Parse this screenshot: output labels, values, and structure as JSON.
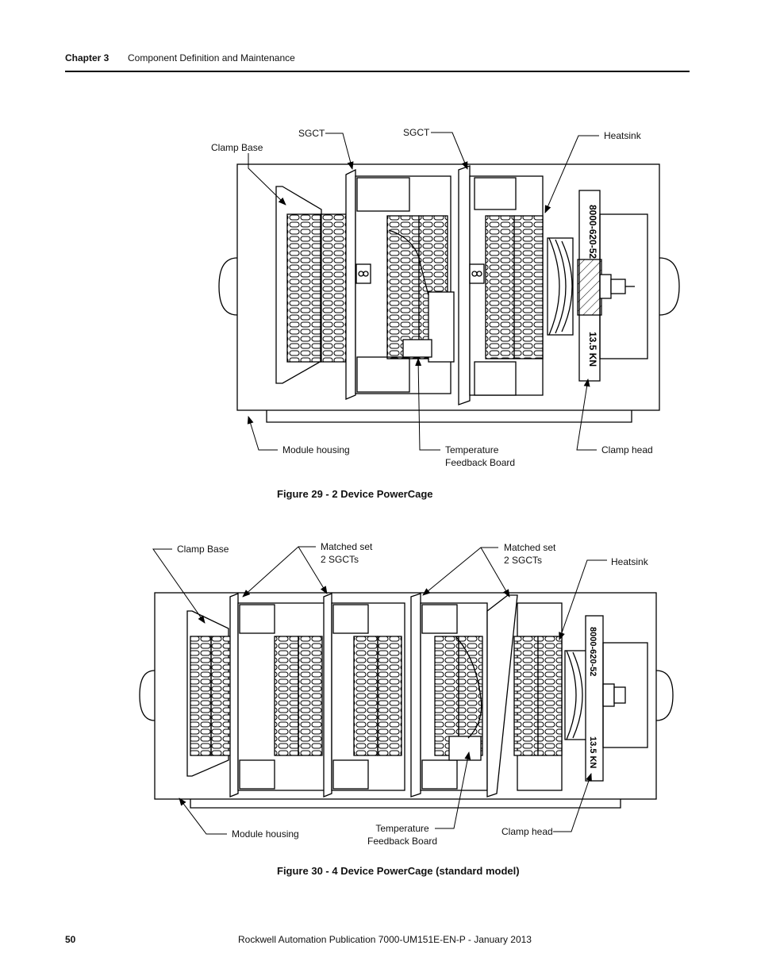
{
  "header": {
    "chapter": "Chapter 3",
    "title": "Component Definition and Maintenance"
  },
  "figure29": {
    "caption": "Figure 29 - 2 Device PowerCage",
    "labels": {
      "clamp_base": "Clamp Base",
      "sgct_1": "SGCT",
      "sgct_2": "SGCT",
      "heatsink": "Heatsink",
      "module_housing": "Module housing",
      "temp_feedback": "Temperature\nFeedback Board",
      "clamp_head": "Clamp head"
    },
    "stamp_part": "8000-620-52",
    "stamp_force": "13.5 KN"
  },
  "figure30": {
    "caption": "Figure 30 - 4 Device PowerCage (standard model)",
    "labels": {
      "clamp_base": "Clamp Base",
      "matched_set_1": "Matched set\n2 SGCTs",
      "matched_set_2": "Matched set\n2 SGCTs",
      "heatsink": "Heatsink",
      "module_housing": "Module housing",
      "temp_feedback": "Temperature\nFeedback Board",
      "clamp_head": "Clamp head"
    },
    "stamp_part": "8000-620-52",
    "stamp_force": "13.5 KN"
  },
  "footer": {
    "page_number": "50",
    "publication": "Rockwell Automation Publication 7000-UM151E-EN-P - January 2013"
  }
}
